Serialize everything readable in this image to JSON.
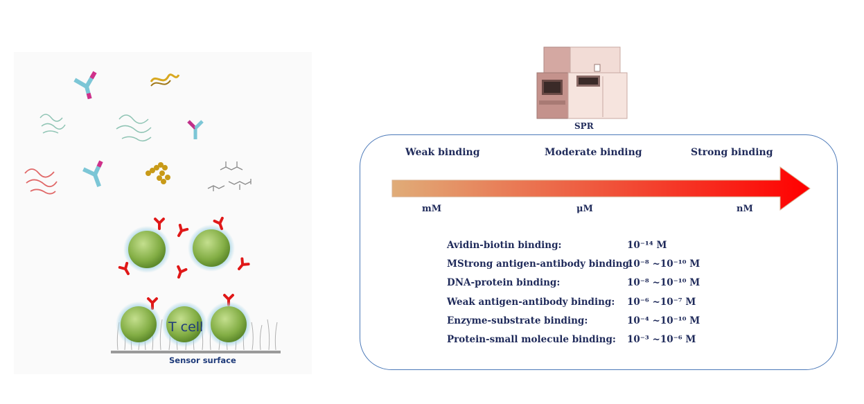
{
  "instrument": {
    "label": "SPR"
  },
  "strength_scale": {
    "headers": [
      "Weak binding",
      "Moderate binding",
      "Strong binding"
    ],
    "units": [
      "mM",
      "μM",
      "nM"
    ],
    "gradient_colors": [
      "#e0ac78",
      "#ff0000"
    ]
  },
  "binding_table": [
    {
      "name": "Avidin-biotin binding:",
      "value": "10⁻¹⁴ M"
    },
    {
      "name": "MStrong antigen-antibody binding:",
      "value": "10⁻⁸  ~10⁻¹⁰ M"
    },
    {
      "name": "DNA-protein binding:",
      "value": "10⁻⁸  ~10⁻¹⁰ M"
    },
    {
      "name": "Weak antigen-antibody binding:",
      "value": "10⁻⁶  ~10⁻⁷  M"
    },
    {
      "name": "Enzyme-substrate binding:",
      "value": "10⁻⁴  ~10⁻¹⁰ M"
    },
    {
      "name": "Protein-small molecule binding:",
      "value": "10⁻³  ~10⁻⁶ M"
    }
  ],
  "illustration": {
    "cell_label": "T cell",
    "surface_label": "Sensor surface"
  },
  "colors": {
    "text": "#1f2a5a",
    "panel_border": "#4a78b8",
    "antibody_red": "#e01818",
    "cell_green": "#8cb84a",
    "cell_glow": "#9fd0e0"
  }
}
